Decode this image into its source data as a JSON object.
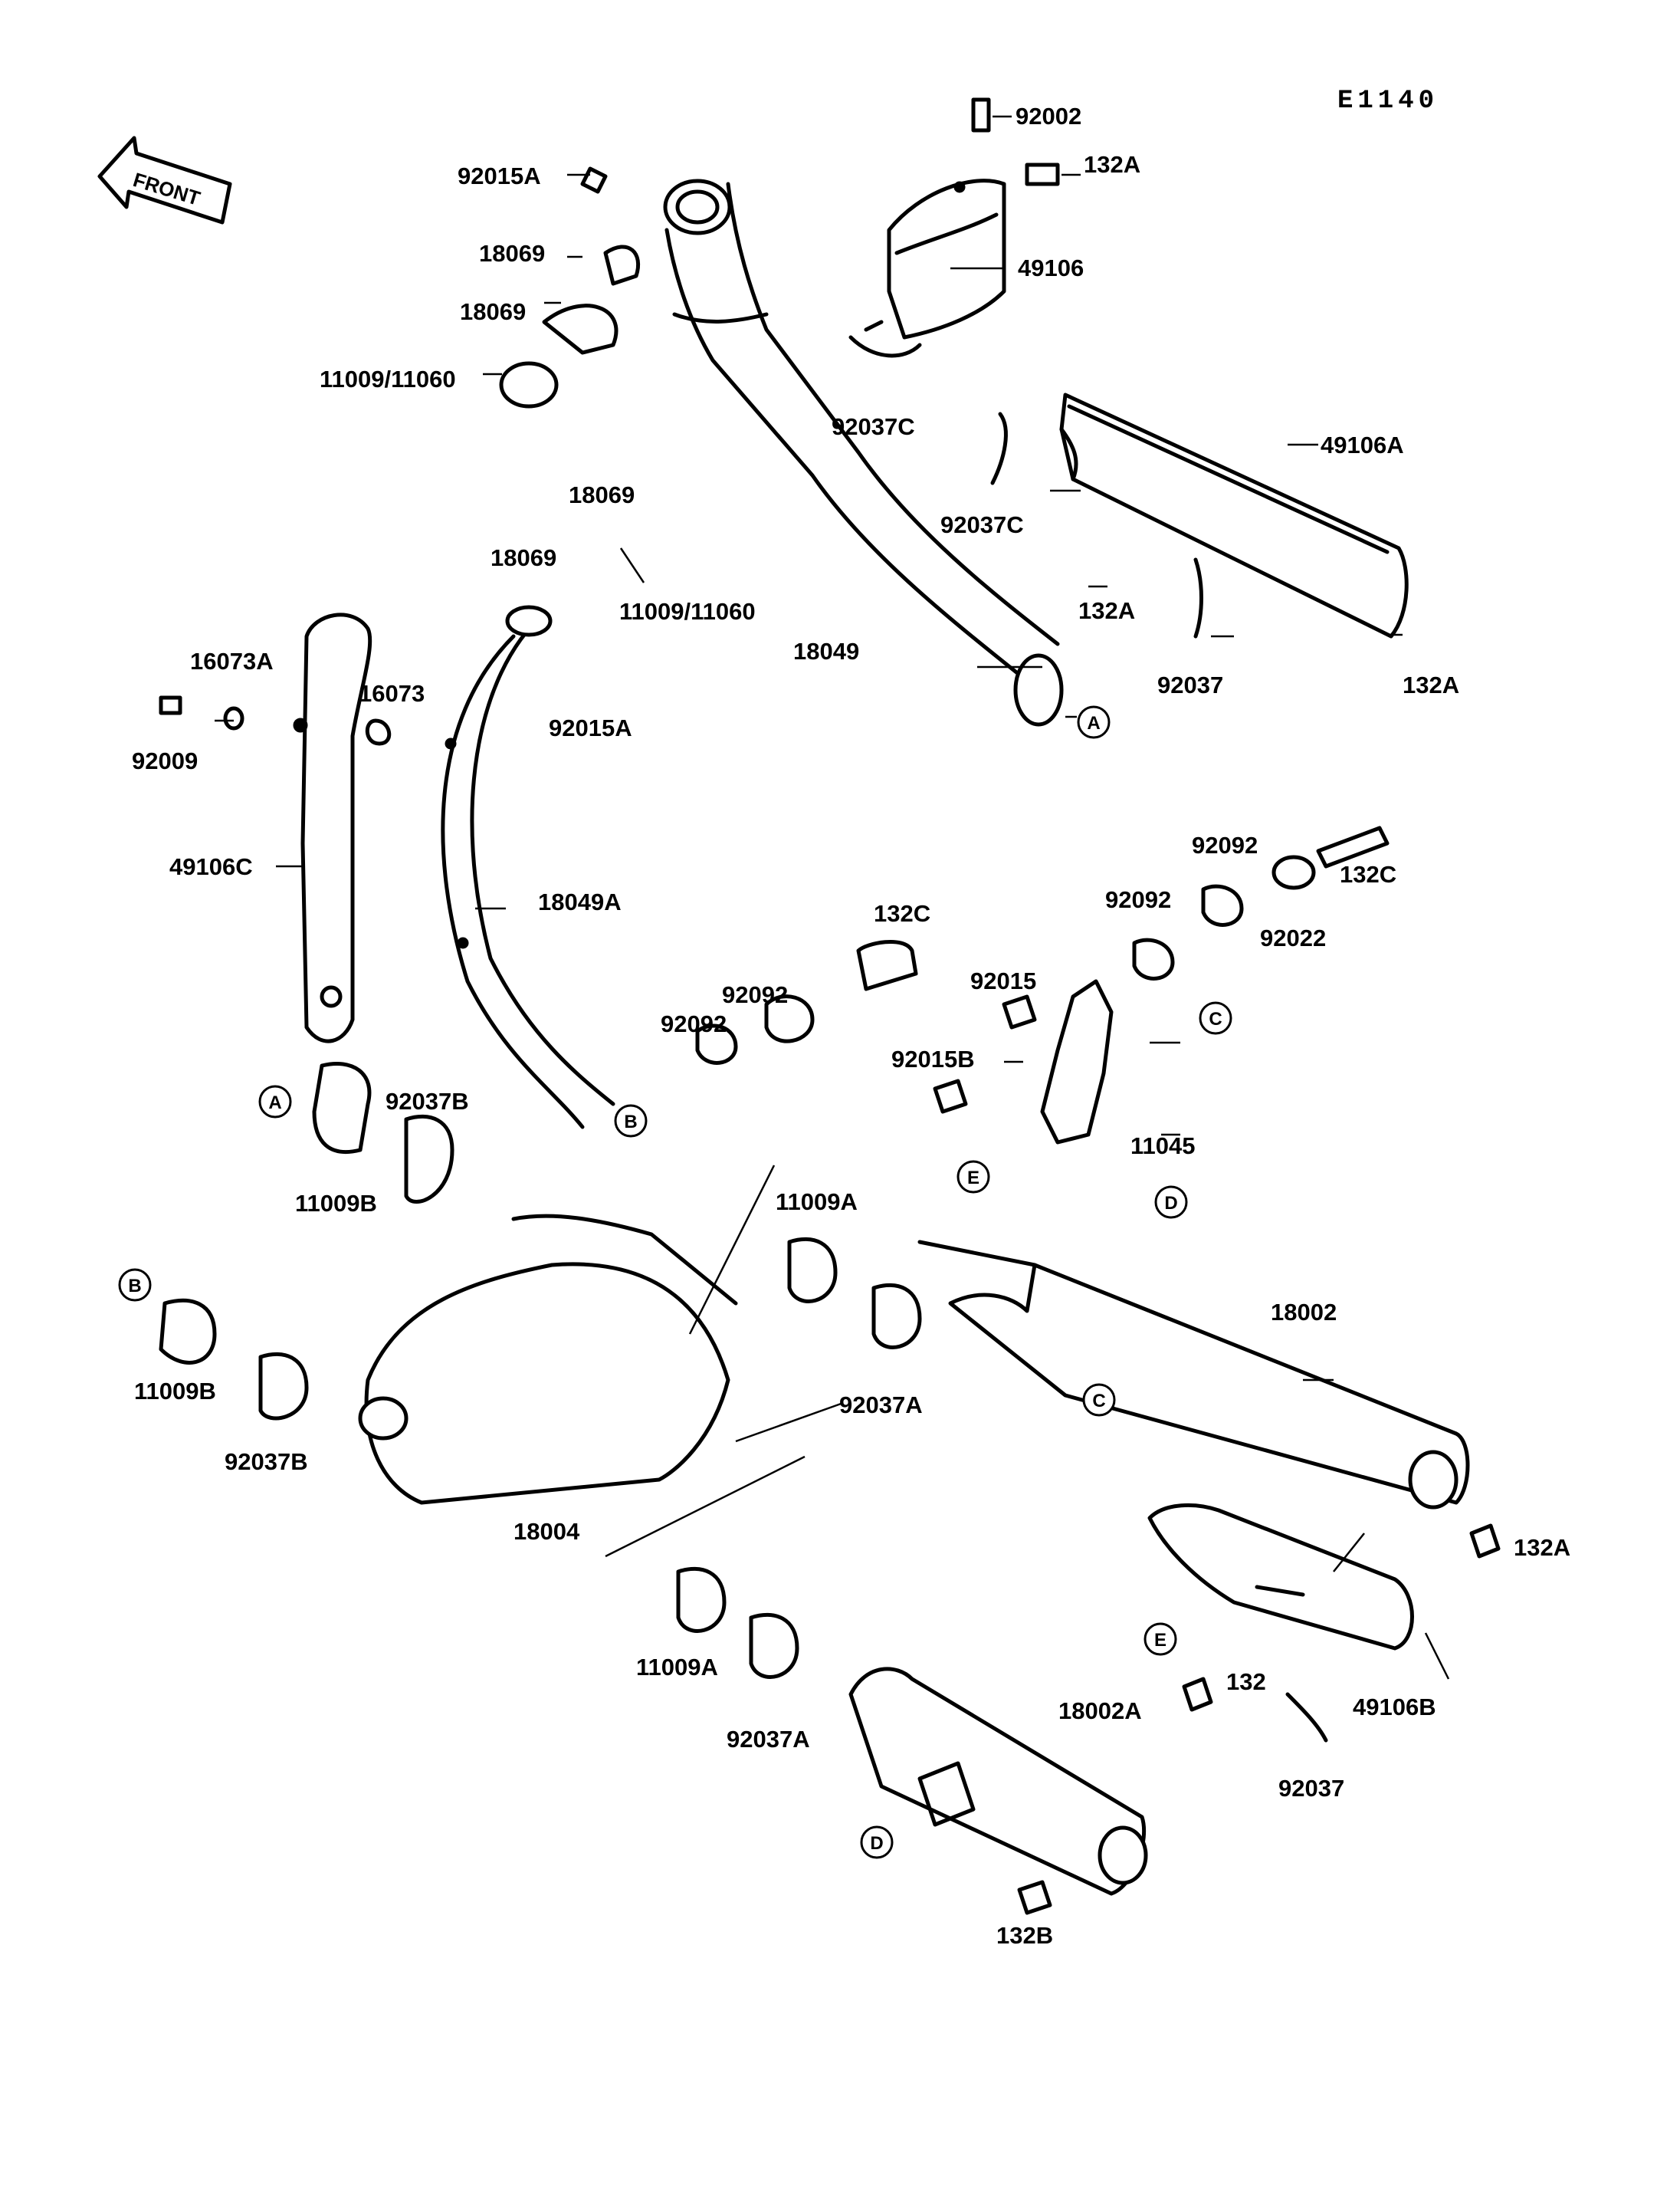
{
  "diagram_code": "E1140",
  "front_label": "FRONT",
  "labels": [
    {
      "id": "92002",
      "text": "92002"
    },
    {
      "id": "132a-top",
      "text": "132A"
    },
    {
      "id": "92015a-top",
      "text": "92015A"
    },
    {
      "id": "18069-a",
      "text": "18069"
    },
    {
      "id": "18069-b",
      "text": "18069"
    },
    {
      "id": "11009-11060-top",
      "text": "11009/11060"
    },
    {
      "id": "49106",
      "text": "49106"
    },
    {
      "id": "92037c-top",
      "text": "92037C"
    },
    {
      "id": "49106a",
      "text": "49106A"
    },
    {
      "id": "92037c-mid",
      "text": "92037C"
    },
    {
      "id": "18069-c",
      "text": "18069"
    },
    {
      "id": "18069-d",
      "text": "18069"
    },
    {
      "id": "11009-11060-mid",
      "text": "11009/11060"
    },
    {
      "id": "18049",
      "text": "18049"
    },
    {
      "id": "132a-mid",
      "text": "132A"
    },
    {
      "id": "92037-right",
      "text": "92037"
    },
    {
      "id": "132a-right",
      "text": "132A"
    },
    {
      "id": "16073a",
      "text": "16073A"
    },
    {
      "id": "16073",
      "text": "16073"
    },
    {
      "id": "92009",
      "text": "92009"
    },
    {
      "id": "92015a-mid",
      "text": "92015A"
    },
    {
      "id": "49106c",
      "text": "49106C"
    },
    {
      "id": "18049a",
      "text": "18049A"
    },
    {
      "id": "92092-a",
      "text": "92092"
    },
    {
      "id": "132c-right",
      "text": "132C"
    },
    {
      "id": "92022",
      "text": "92022"
    },
    {
      "id": "92092-b",
      "text": "92092"
    },
    {
      "id": "132c-mid",
      "text": "132C"
    },
    {
      "id": "92015",
      "text": "92015"
    },
    {
      "id": "92092-c",
      "text": "92092"
    },
    {
      "id": "92092-d",
      "text": "92092"
    },
    {
      "id": "92015b",
      "text": "92015B"
    },
    {
      "id": "92037b-top",
      "text": "92037B"
    },
    {
      "id": "11045",
      "text": "11045"
    },
    {
      "id": "11009b-top",
      "text": "11009B"
    },
    {
      "id": "11009a-top",
      "text": "11009A"
    },
    {
      "id": "18002",
      "text": "18002"
    },
    {
      "id": "11009b-left",
      "text": "11009B"
    },
    {
      "id": "92037a-top",
      "text": "92037A"
    },
    {
      "id": "92037b-left",
      "text": "92037B"
    },
    {
      "id": "18004",
      "text": "18004"
    },
    {
      "id": "132a-bottom",
      "text": "132A"
    },
    {
      "id": "11009a-bottom",
      "text": "11009A"
    },
    {
      "id": "132",
      "text": "132"
    },
    {
      "id": "18002a",
      "text": "18002A"
    },
    {
      "id": "92037a-bottom",
      "text": "92037A"
    },
    {
      "id": "49106b",
      "text": "49106B"
    },
    {
      "id": "92037-bottom",
      "text": "92037"
    },
    {
      "id": "132b",
      "text": "132B"
    }
  ],
  "refs": [
    {
      "id": "A-top",
      "text": "A"
    },
    {
      "id": "B-top",
      "text": "B"
    },
    {
      "id": "C-top",
      "text": "C"
    },
    {
      "id": "A-left",
      "text": "A"
    },
    {
      "id": "E-top",
      "text": "E"
    },
    {
      "id": "D-top",
      "text": "D"
    },
    {
      "id": "B-left",
      "text": "B"
    },
    {
      "id": "C-mid",
      "text": "C"
    },
    {
      "id": "E-mid",
      "text": "E"
    },
    {
      "id": "D-bottom",
      "text": "D"
    }
  ]
}
